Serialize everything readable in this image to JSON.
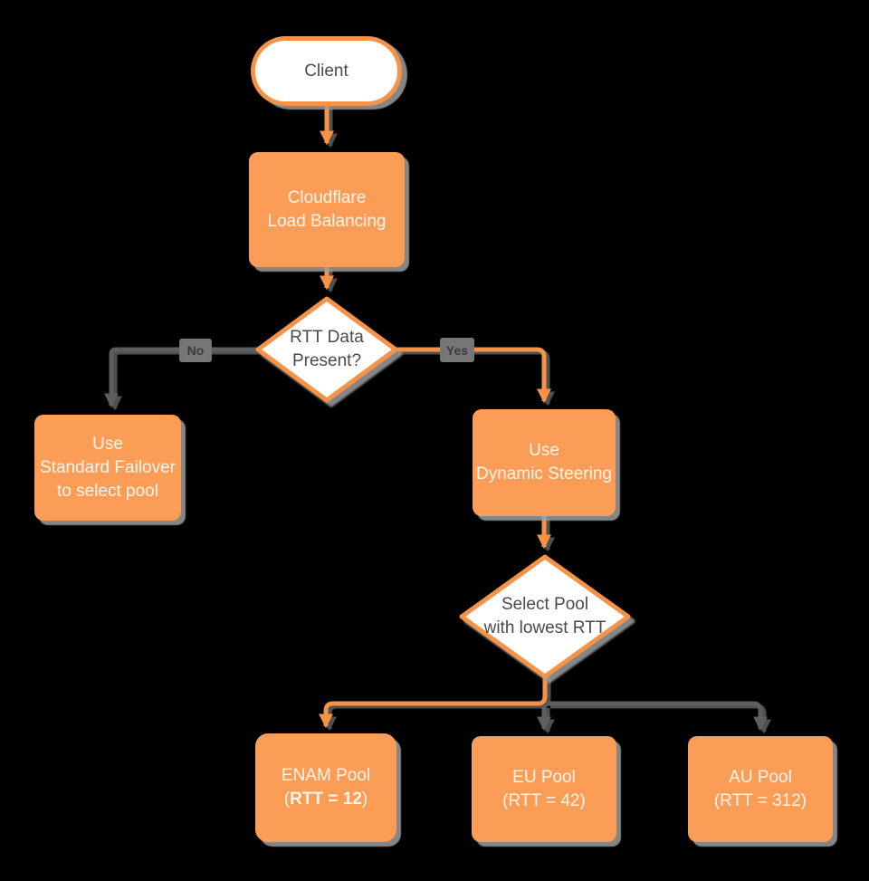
{
  "diagram": {
    "type": "flowchart",
    "topic": "Cloudflare Load Balancing pool selection",
    "colors": {
      "background": "#000000",
      "node_fill_orange": "#FB9D57",
      "node_stroke_orange": "#F79347",
      "connector_gray": "#5E5E5E",
      "edge_label_box": "#767676",
      "edge_label_text": "#3B3B3B",
      "text_on_orange": "#FDF5EB",
      "text_on_white": "#4A4A4A",
      "shadow_gray": "#9E9E9E"
    },
    "nodes": {
      "client": {
        "label": "Client",
        "shape": "stadium"
      },
      "cloudflare": {
        "line1": "Cloudflare",
        "line2": "Load Balancing",
        "shape": "rect"
      },
      "rtt_decision": {
        "line1": "RTT Data",
        "line2": "Present?",
        "shape": "diamond"
      },
      "standard_failover": {
        "line1": "Use",
        "line2": "Standard Failover",
        "line3": "to select pool",
        "shape": "rect"
      },
      "dynamic_steering": {
        "line1": "Use",
        "line2": "Dynamic Steering",
        "shape": "rect"
      },
      "select_pool": {
        "line1": "Select Pool",
        "line2": "with lowest RTT",
        "shape": "diamond"
      },
      "enam_pool": {
        "line1": "ENAM Pool",
        "paren_open": "(",
        "rtt_bold": "RTT = 12",
        "paren_close": ")",
        "shape": "rect"
      },
      "eu_pool": {
        "line1": "EU Pool",
        "line2": "(RTT = 42)",
        "shape": "rect"
      },
      "au_pool": {
        "line1": "AU Pool",
        "line2": "(RTT = 312)",
        "shape": "rect"
      }
    },
    "edge_labels": {
      "no": "No",
      "yes": "Yes"
    }
  }
}
